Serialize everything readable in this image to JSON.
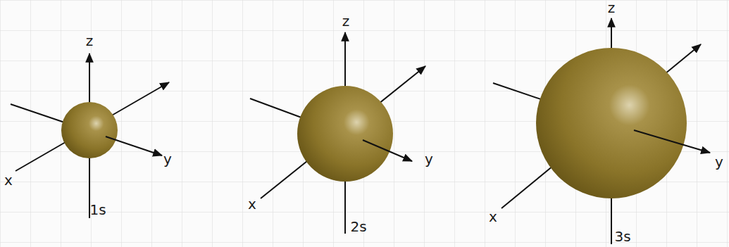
{
  "diagram": {
    "labels": [
      "z",
      "y",
      "x",
      "1s",
      "z",
      "y",
      "x",
      "2s",
      "z",
      "y",
      "x",
      "3s"
    ]
  }
}
